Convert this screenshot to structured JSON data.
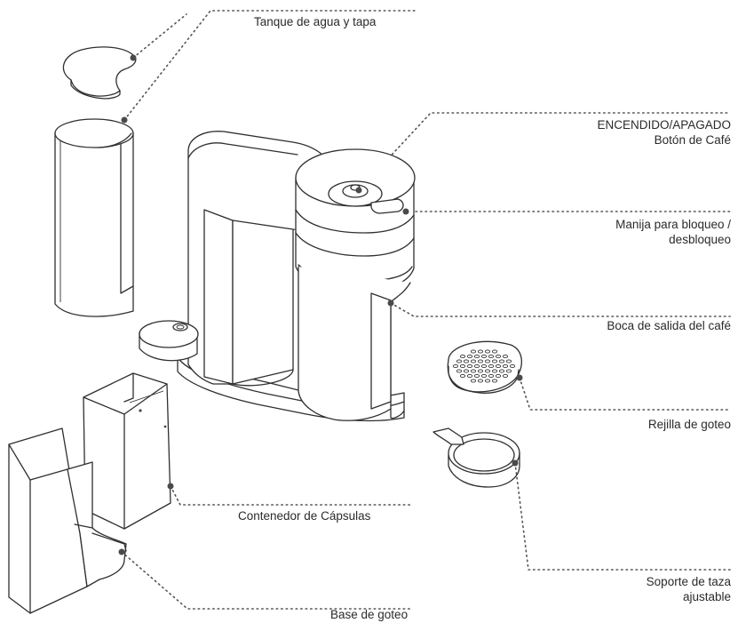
{
  "labels": {
    "water_tank": "Tanque de agua y tapa",
    "power_line1": "ENCENDIDO/APAGADO",
    "power_line2": "Botón de Café",
    "lock_line1": "Manija para bloqueo /",
    "lock_line2": "desbloqueo",
    "spout": "Boca de salida del café",
    "drip_grid": "Rejilla de goteo",
    "capsule_container": "Contenedor de Cápsulas",
    "cup_support_line1": "Soporte de taza",
    "cup_support_line2": "ajustable",
    "drip_base": "Base de goteo"
  },
  "colors": {
    "outline": "#2f2f2f",
    "leader_line": "#555555",
    "text": "#2a2a2a"
  }
}
